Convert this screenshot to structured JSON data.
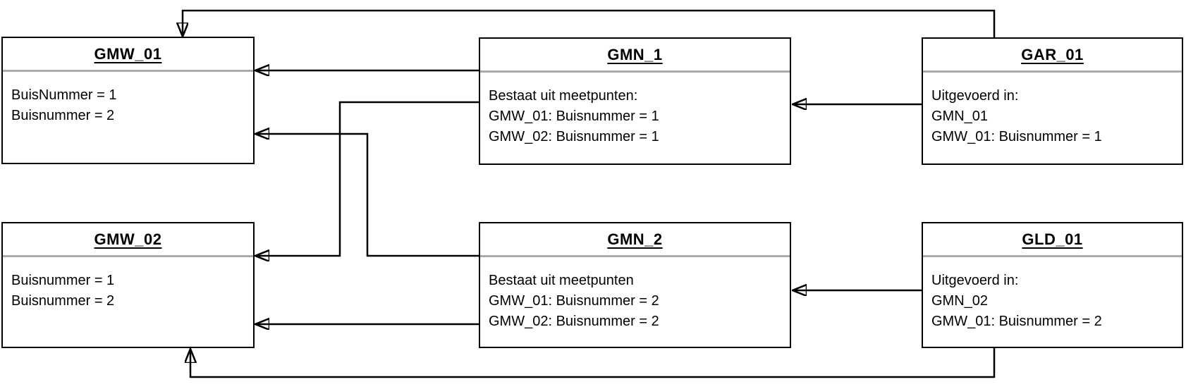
{
  "diagram": {
    "background_color": "#ffffff",
    "line_color": "#000000",
    "divider_color": "#ababab",
    "boxes": [
      {
        "id": "GMW_01",
        "title": "GMW_01",
        "lines": [
          "BuisNummer = 1",
          "Buisnummer = 2"
        ]
      },
      {
        "id": "GMN_1",
        "title": "GMN_1",
        "lines": [
          "Bestaat uit meetpunten:",
          "GMW_01: Buisnummer = 1",
          "GMW_02: Buisnummer = 1"
        ]
      },
      {
        "id": "GAR_01",
        "title": "GAR_01",
        "lines": [
          "Uitgevoerd in:",
          "GMN_01",
          "GMW_01: Buisnummer = 1"
        ]
      },
      {
        "id": "GMW_02",
        "title": "GMW_02",
        "lines": [
          "Buisnummer = 1",
          "Buisnummer = 2"
        ]
      },
      {
        "id": "GMN_2",
        "title": "GMN_2",
        "lines": [
          "Bestaat uit meetpunten",
          "GMW_01: Buisnummer = 2",
          "GMW_02: Buisnummer = 2"
        ]
      },
      {
        "id": "GLD_01",
        "title": "GLD_01",
        "lines": [
          "Uitgevoerd in:",
          "GMN_02",
          "GMW_01: Buisnummer = 2"
        ]
      }
    ],
    "edges": [
      {
        "from": "GMN_1",
        "to": "GMW_01",
        "route": "straight, enters right side of GMW_01 at divider level"
      },
      {
        "from": "GAR_01",
        "to": "GMN_1",
        "route": "straight, enters right side of GMN_1"
      },
      {
        "from": "GMN_1",
        "to": "GMW_02",
        "route": "elbow down, enters right side of GMW_02 at divider level"
      },
      {
        "from": "GMN_2",
        "to": "GMW_01",
        "route": "elbow up, enters right side of GMW_01"
      },
      {
        "from": "GMN_2",
        "to": "GMW_02",
        "route": "straight, enters right side of GMW_02"
      },
      {
        "from": "GLD_01",
        "to": "GMN_2",
        "route": "straight, enters right side of GMN_2"
      },
      {
        "from": "GAR_01",
        "to": "GMW_01",
        "route": "over the top, enters top side of GMW_01"
      },
      {
        "from": "GLD_01",
        "to": "GMW_02",
        "route": "under the bottom, enters bottom side of GMW_02"
      }
    ]
  }
}
